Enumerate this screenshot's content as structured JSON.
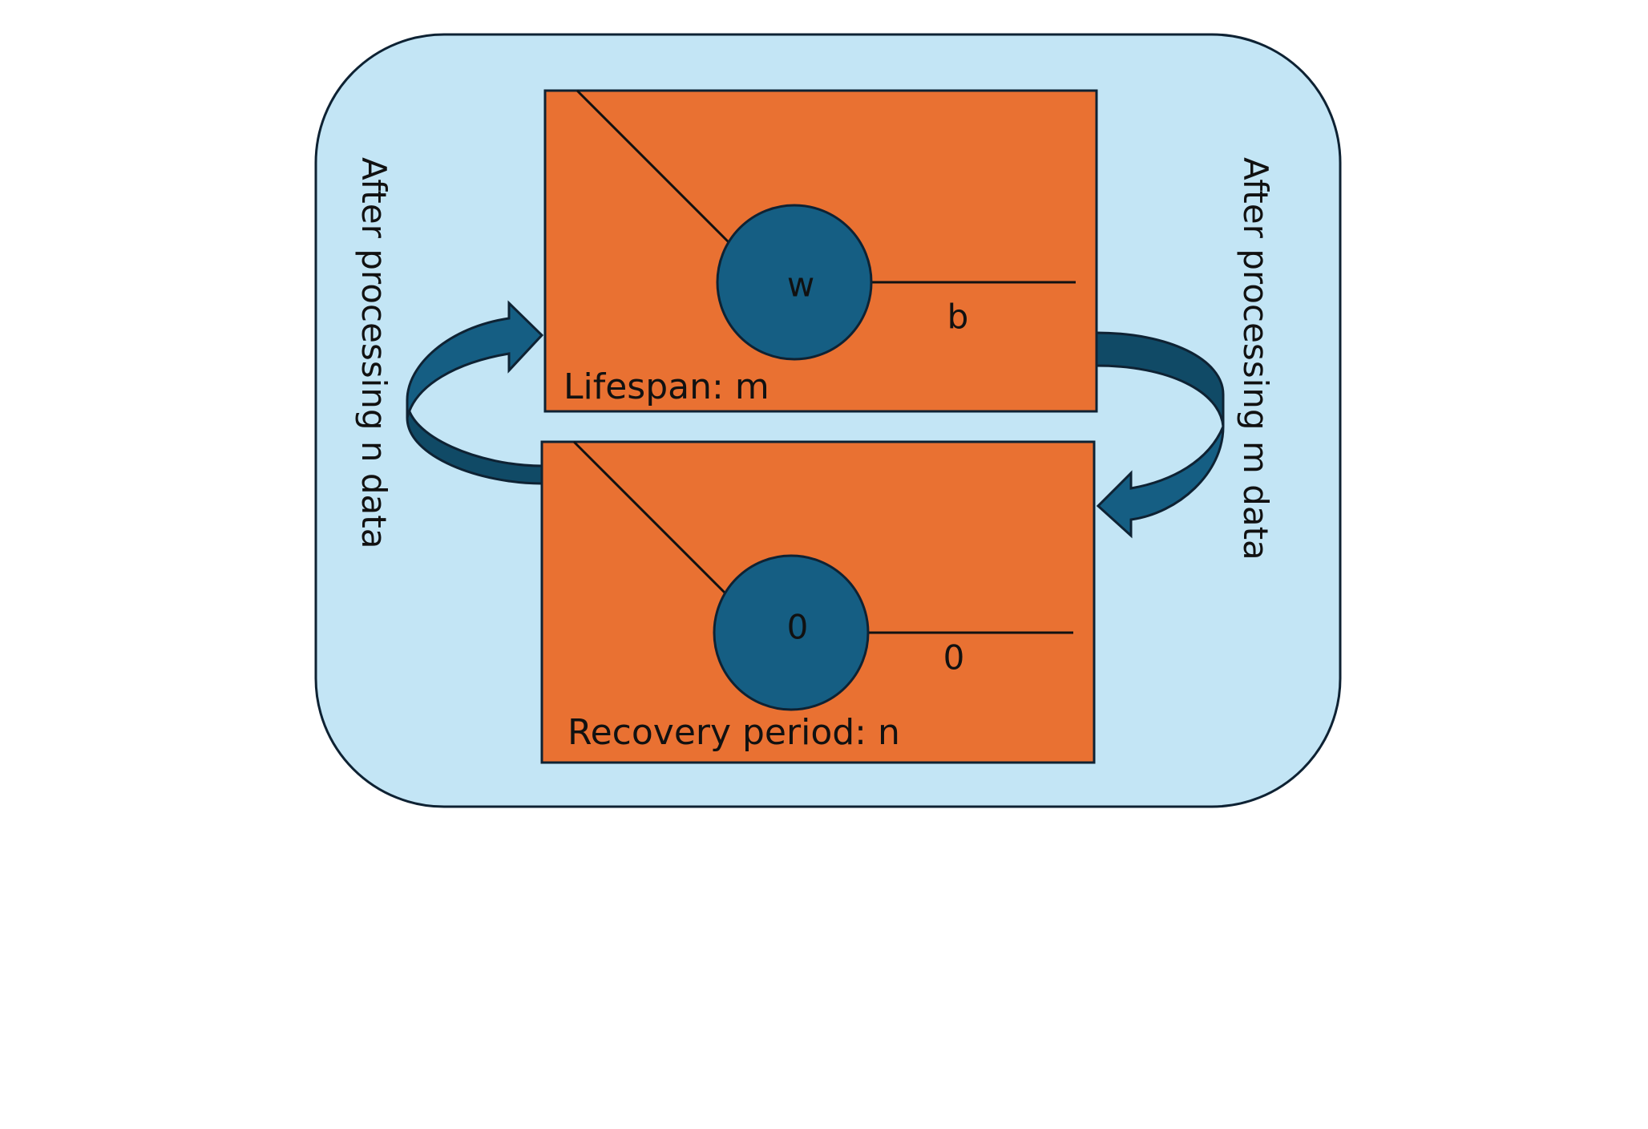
{
  "colors": {
    "background": "#c3e5f5",
    "box": "#e97132",
    "node": "#155e83",
    "arrow_light": "#155e83",
    "arrow_dark": "#104a66",
    "stroke": "#0e2233"
  },
  "active_neuron": {
    "weight_label": "w",
    "bias_label": "b",
    "caption": "Lifespan: m"
  },
  "recovering_neuron": {
    "weight_label": "0",
    "bias_label": "0",
    "caption": "Recovery period: n"
  },
  "left_arrow_label": "After processing n data",
  "right_arrow_label": "After processing m data"
}
